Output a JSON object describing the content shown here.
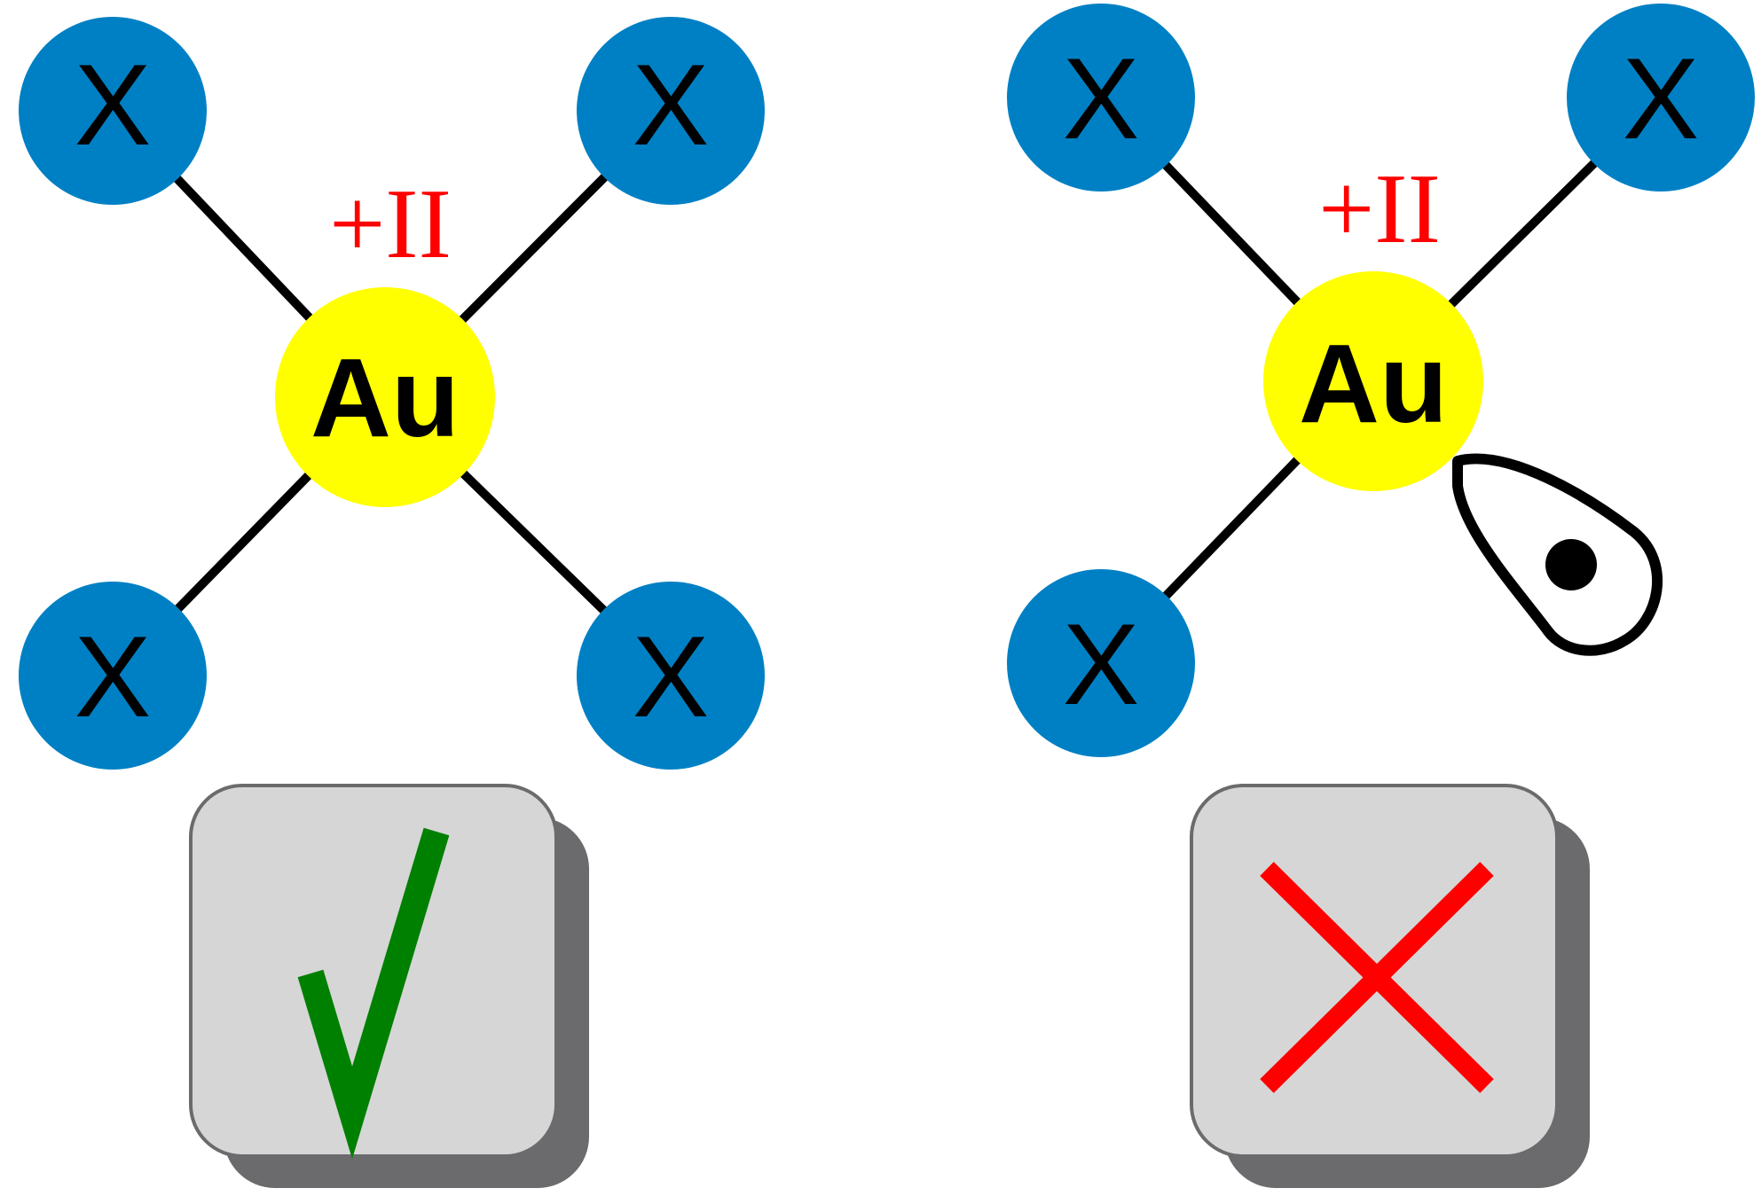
{
  "left_structure": {
    "central_atom": "Au",
    "oxidation_state": "+II",
    "ligands": [
      "X",
      "X",
      "X",
      "X"
    ]
  },
  "right_structure": {
    "central_atom": "Au",
    "oxidation_state": "+II",
    "ligands": [
      "X",
      "X",
      "X"
    ],
    "lone_electron": true
  },
  "verdicts": {
    "left": "correct-check",
    "right": "incorrect-cross"
  },
  "colors": {
    "ligand": "#0080c4",
    "metal": "#ffff00",
    "oxidation_state": "#ff0000",
    "check": "#008000",
    "cross": "#ff0000",
    "button_face": "#d6d6d6",
    "button_shadow": "#6b6b6d"
  }
}
